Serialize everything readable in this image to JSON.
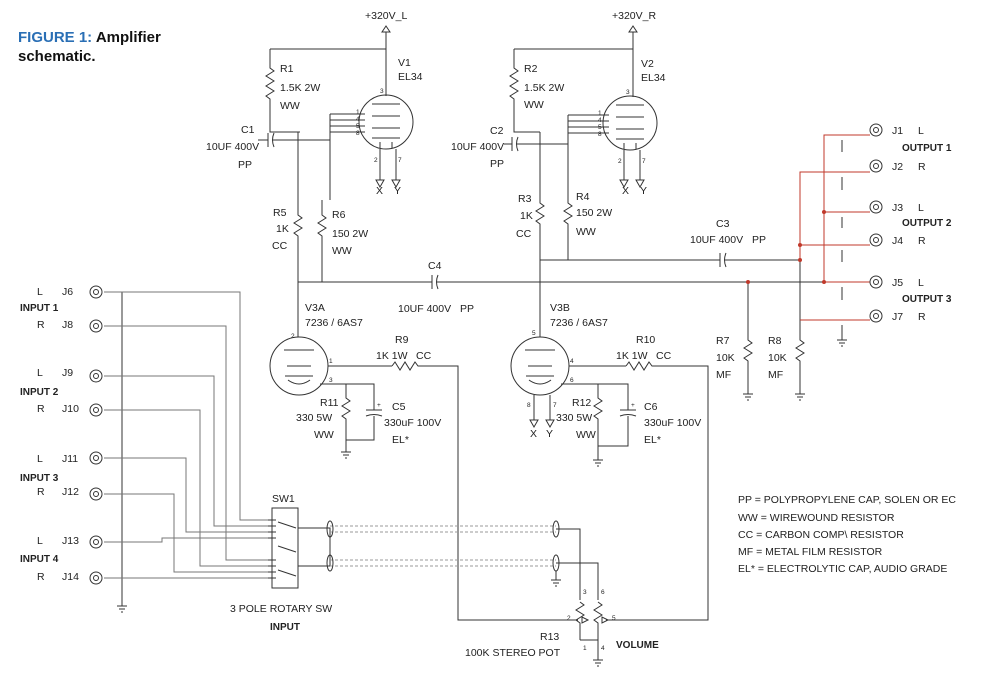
{
  "caption": {
    "number": "FIGURE 1:",
    "text_line1": "Amplifier",
    "text_line2": "schematic."
  },
  "rails": {
    "left": "+320V_L",
    "right": "+320V_R"
  },
  "tubes": {
    "v1": {
      "ref": "V1",
      "type": "EL34",
      "x": "X",
      "y": "Y"
    },
    "v2": {
      "ref": "V2",
      "type": "EL34",
      "x": "X",
      "y": "Y"
    },
    "v3a": {
      "ref": "V3A",
      "type": "7236 / 6AS7"
    },
    "v3b": {
      "ref": "V3B",
      "type": "7236 / 6AS7",
      "x": "X",
      "y": "Y"
    }
  },
  "resistors": {
    "r1": {
      "ref": "R1",
      "value": "1.5K 2W",
      "kind": "WW"
    },
    "r2": {
      "ref": "R2",
      "value": "1.5K 2W",
      "kind": "WW"
    },
    "r3": {
      "ref": "R3",
      "value": "1K",
      "kind": "CC"
    },
    "r4": {
      "ref": "R4",
      "value": "150 2W",
      "kind": "WW"
    },
    "r5": {
      "ref": "R5",
      "value": "1K",
      "kind": "CC"
    },
    "r6": {
      "ref": "R6",
      "value": "150 2W",
      "kind": "WW"
    },
    "r7": {
      "ref": "R7",
      "value": "10K",
      "kind": "MF"
    },
    "r8": {
      "ref": "R8",
      "value": "10K",
      "kind": "MF"
    },
    "r9": {
      "ref": "R9",
      "value": "1K 1W",
      "kind": "CC"
    },
    "r10": {
      "ref": "R10",
      "value": "1K 1W",
      "kind": "CC"
    },
    "r11": {
      "ref": "R11",
      "value": "330 5W",
      "kind": "WW"
    },
    "r12": {
      "ref": "R12",
      "value": "330 5W",
      "kind": "WW"
    },
    "r13": {
      "ref": "R13",
      "value": "100K STEREO POT"
    }
  },
  "capacitors": {
    "c1": {
      "ref": "C1",
      "value": "10UF 400V",
      "kind": "PP"
    },
    "c2": {
      "ref": "C2",
      "value": "10UF 400V",
      "kind": "PP"
    },
    "c3": {
      "ref": "C3",
      "value": "10UF 400V",
      "kind": "PP"
    },
    "c4": {
      "ref": "C4",
      "value": "10UF 400V",
      "kind": "PP"
    },
    "c5": {
      "ref": "C5",
      "value": "330uF 100V",
      "kind": "EL*"
    },
    "c6": {
      "ref": "C6",
      "value": "330uF 100V",
      "kind": "EL*"
    }
  },
  "volume": "VOLUME",
  "switch": {
    "ref": "SW1",
    "desc": "3 POLE ROTARY SW",
    "name": "INPUT"
  },
  "inputs": [
    {
      "name": "INPUT 1",
      "l_jack": "J6",
      "r_jack": "J8"
    },
    {
      "name": "INPUT 2",
      "l_jack": "J9",
      "r_jack": "J10"
    },
    {
      "name": "INPUT 3",
      "l_jack": "J11",
      "r_jack": "J12"
    },
    {
      "name": "INPUT 4",
      "l_jack": "J13",
      "r_jack": "J14"
    }
  ],
  "outputs": [
    {
      "name": "OUTPUT 1",
      "l_jack": "J1",
      "r_jack": "J2"
    },
    {
      "name": "OUTPUT 2",
      "l_jack": "J3",
      "r_jack": "J4"
    },
    {
      "name": "OUTPUT 3",
      "l_jack": "J5",
      "r_jack": "J7"
    }
  ],
  "channel": {
    "l": "L",
    "r": "R"
  },
  "pins": {
    "v1": [
      "1",
      "3",
      "4",
      "5",
      "8",
      "2",
      "7"
    ],
    "v2": [
      "1",
      "3",
      "4",
      "5",
      "8",
      "2",
      "7"
    ],
    "v3a": [
      "2",
      "1",
      "3"
    ],
    "v3b": [
      "5",
      "4",
      "6",
      "8",
      "7"
    ],
    "pot": [
      "2",
      "3",
      "6",
      "5",
      "1",
      "4"
    ]
  },
  "legend": [
    "PP = POLYPROPYLENE CAP, SOLEN OR EC",
    "WW = WIREWOUND RESISTOR",
    "CC = CARBON COMP\\ RESISTOR",
    "MF = METAL FILM RESISTOR",
    "EL* = ELECTROLYTIC CAP, AUDIO GRADE"
  ]
}
